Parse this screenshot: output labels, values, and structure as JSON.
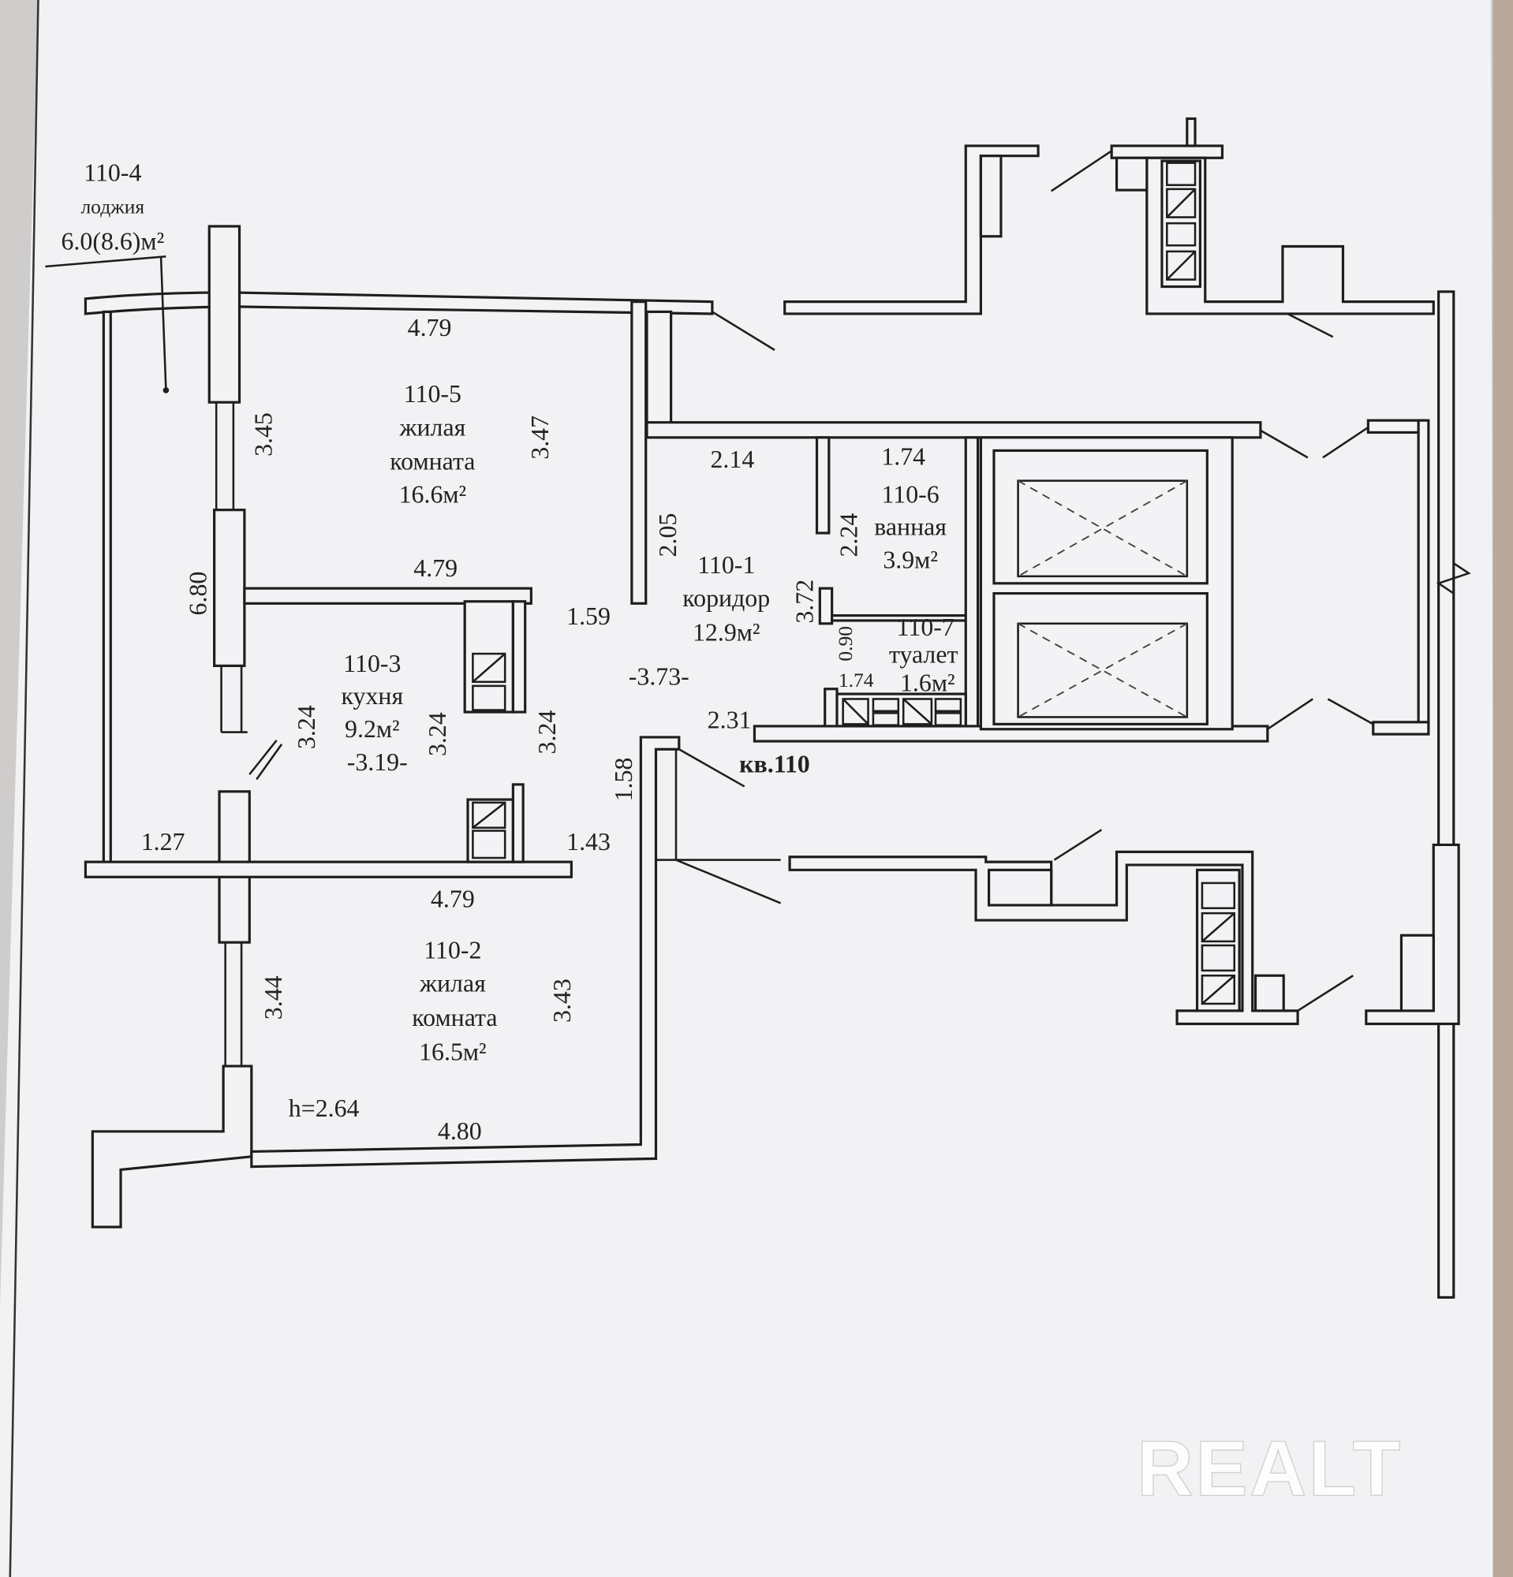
{
  "plan": {
    "apartment": "кв.110",
    "ceiling_height": "h=2.64",
    "watermark": "REALT",
    "rooms": {
      "r4": {
        "id": "110-4",
        "name": "лоджия",
        "area": "6.0(8.6)м²"
      },
      "r5": {
        "id": "110-5",
        "name1": "жилая",
        "name2": "комната",
        "area": "16.6м²"
      },
      "r3": {
        "id": "110-3",
        "name": "кухня",
        "area": "9.2м²",
        "extra": "-3.19-"
      },
      "r2": {
        "id": "110-2",
        "name1": "жилая",
        "name2": "комната",
        "area": "16.5м²"
      },
      "r1": {
        "id": "110-1",
        "name": "коридор",
        "area": "12.9м²",
        "extra": "-3.73-"
      },
      "r6": {
        "id": "110-6",
        "name": "ванная",
        "area": "3.9м²"
      },
      "r7": {
        "id": "110-7",
        "name": "туалет",
        "area": "1.6м²"
      }
    },
    "dims": {
      "d_479_top": "4.79",
      "d_345": "3.45",
      "d_347": "3.47",
      "d_680": "6.80",
      "d_479_mid": "4.79",
      "d_159": "1.59",
      "d_324_a": "3.24",
      "d_324_b": "3.24",
      "d_324_c": "3.24",
      "d_127": "1.27",
      "d_143": "1.43",
      "d_479_bot": "4.79",
      "d_344": "3.44",
      "d_343": "3.43",
      "d_480": "4.80",
      "d_158": "1.58",
      "d_214": "2.14",
      "d_205": "2.05",
      "d_174_a": "1.74",
      "d_224": "2.24",
      "d_372": "3.72",
      "d_090": "0.90",
      "d_174_b": "1.74",
      "d_231": "2.31"
    }
  }
}
